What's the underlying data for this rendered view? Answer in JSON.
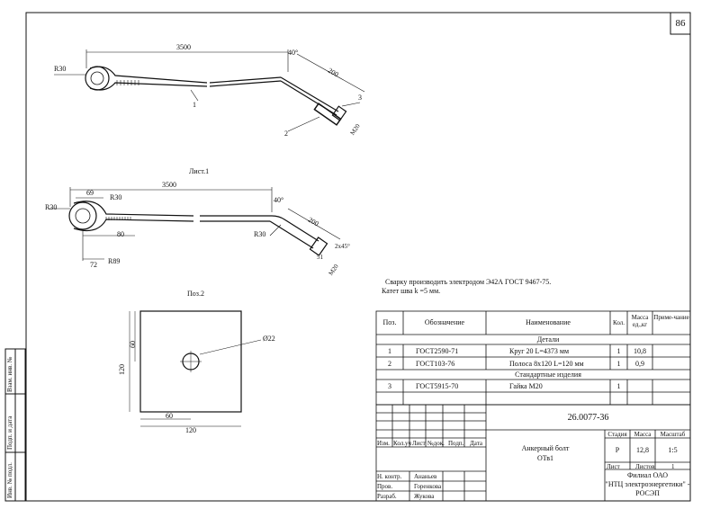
{
  "page_number": "86",
  "figure1": {
    "caption": "Лист.1",
    "radius": "R30",
    "length": "3500",
    "angle": "40°",
    "bend_length": "200",
    "thread": "М20",
    "pos1": "1",
    "pos2": "2",
    "pos3": "3"
  },
  "figure2": {
    "offset": "69",
    "radius_small": "R30",
    "length": "3500",
    "radius": "R30",
    "dim80": "80",
    "dim72": "72",
    "r89": "R89",
    "angle": "40°",
    "bend_length": "200",
    "radius_end": "R30",
    "chamfer": "2х45°",
    "dim51": "51",
    "thread": "М20"
  },
  "figure3": {
    "caption": "Поз.2",
    "hole": "Ø22",
    "dim60v": "60",
    "dim120v": "120",
    "dim60h": "60",
    "dim120h": "120"
  },
  "notes": {
    "line1": "Сварку производить электродом Э42А ГОСТ 9467-75.",
    "line2": "Катет шва k =5 мм."
  },
  "spec": {
    "headers": {
      "pos": "Поз.",
      "designation": "Обозначение",
      "name": "Наименование",
      "qty": "Кол.",
      "mass": "Масса ед.,кг",
      "note": "Приме-чание"
    },
    "section_details": "Детали",
    "section_std": "Стандартные изделия",
    "rows": [
      {
        "pos": "1",
        "designation": "ГОСТ2590-71",
        "name": "Круг 20 L=4373 мм",
        "qty": "1",
        "mass": "10,8"
      },
      {
        "pos": "2",
        "designation": "ГОСТ103-76",
        "name": "Полоса 8х120 L=120 мм",
        "qty": "1",
        "mass": "0,9"
      },
      {
        "pos": "3",
        "designation": "ГОСТ5915-70",
        "name": "Гайка М20",
        "qty": "1",
        "mass": ""
      }
    ]
  },
  "title_block": {
    "doc_number": "26.0077-36",
    "title1": "Анкерный болт",
    "title2": "ОТв1",
    "stage_label": "Стадия",
    "mass_label": "Масса",
    "scale_label": "Масштаб",
    "stage": "Р",
    "mass": "12,8",
    "scale": "1:5",
    "sheet_label": "Лист",
    "sheets_label": "Листов",
    "sheets": "1",
    "org1": "Филиал ОАО",
    "org2": "\"НТЦ электроэнергетики\" -",
    "org3": "РОСЭП",
    "rev_cols": [
      "Изм.",
      "Кол.уч",
      "Лист",
      "№док.",
      "Подп.",
      "Дата"
    ],
    "people": [
      {
        "role": "Н. контр.",
        "name": "Ананьев"
      },
      {
        "role": "Пров.",
        "name": "Горенкова"
      },
      {
        "role": "Разраб.",
        "name": "Жукова"
      }
    ]
  },
  "side_stamps": [
    "Взам. инв. №",
    "Подп. и дата",
    "Инв. № подл."
  ]
}
